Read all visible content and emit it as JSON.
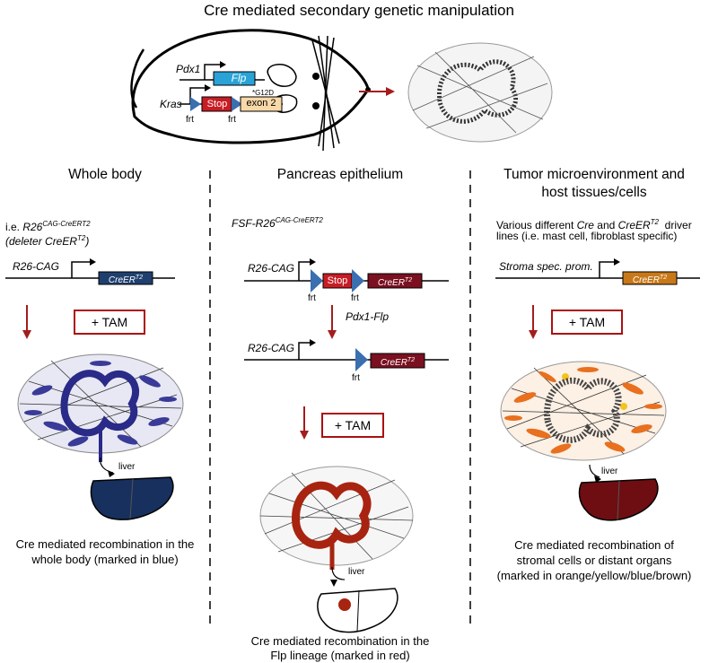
{
  "title": "Cre mediated secondary genetic manipulation",
  "mouse": {
    "pdx1": "Pdx1",
    "flp": "Flp",
    "kras": "Kras",
    "stop": "Stop",
    "frt1": "frt",
    "frt2": "frt",
    "g12d": "*G12D",
    "exon": "exon 2"
  },
  "columns": {
    "left": {
      "header": "Whole body",
      "line1_pre": "i.e. ",
      "line1_name": "R26",
      "line1_sup": "CAG-CreERT2",
      "line2_pre": "(deleter CreER",
      "line2_sup": "T2",
      "line2_post": ")",
      "promoter": "R26-CAG",
      "gene": "CreER",
      "gene_sup": "T2",
      "tam": "+ TAM",
      "liver": "liver",
      "caption_1": "Cre mediated recombination in the",
      "caption_2": "whole body (marked in blue)"
    },
    "middle": {
      "header": "Pancreas epithelium",
      "allele_name": "FSF-R26",
      "allele_sup": "CAG-CreERT2",
      "promoter": "R26-CAG",
      "stop": "Stop",
      "gene": "CreER",
      "gene_sup": "T2",
      "frt": "frt",
      "flp_step": "Pdx1-Flp",
      "promoter2": "R26-CAG",
      "tam": "+ TAM",
      "liver": "liver",
      "caption_1": "Cre mediated recombination in the",
      "caption_2": "Flp lineage (marked in red)"
    },
    "right": {
      "header_1": "Tumor microenvironment and",
      "header_2": "host tissues/cells",
      "desc_1a": "Various different ",
      "desc_cre": "Cre",
      "desc_and": " and ",
      "desc_creer": "CreER",
      "desc_sup": "T2",
      "desc_1b": "  driver",
      "desc_2": "lines (i.e. mast cell, fibroblast specific)",
      "promoter": "Stroma spec. prom.",
      "gene": "CreER",
      "gene_sup": "T2",
      "tam": "+ TAM",
      "liver": "liver",
      "caption_1": "Cre mediated recombination of",
      "caption_2": "stromal cells or distant organs",
      "caption_3": "(marked in orange/yellow/blue/brown)"
    }
  },
  "colors": {
    "flp_box": "#29a3d6",
    "stop_box": "#c81c24",
    "exon_box": "#f8d8a8",
    "frt_triangle": "#3a6fb0",
    "arrow_red": "#a51c1c",
    "creer_left": "#1f3f6e",
    "creer_mid": "#7a1020",
    "creer_right": "#c87818",
    "liver_left": "#17305e",
    "liver_right": "#6e0e12",
    "tumor_blue": "#3a3a98",
    "tumor_red": "#a82410",
    "stroma_orange": "#e8701e"
  }
}
